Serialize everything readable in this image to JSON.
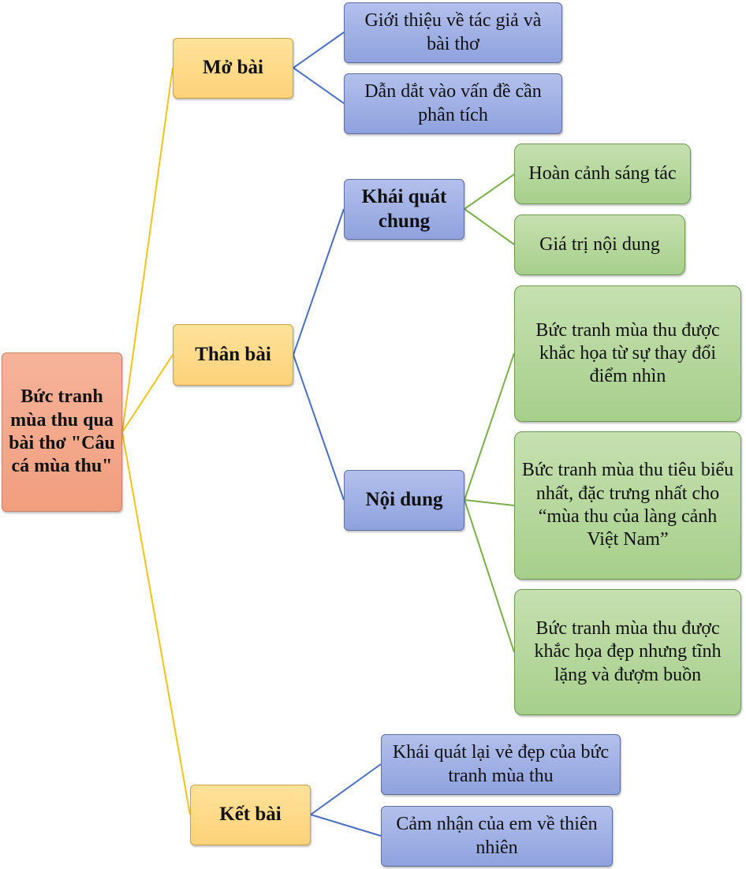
{
  "root": {
    "label": "Bức tranh mùa thu qua bài thơ \"Câu cá mùa thu\""
  },
  "mo_bai": {
    "label": "Mở bài",
    "items": [
      "Giới thiệu về tác giả và bài thơ",
      "Dẫn dắt vào vấn đề cần phân tích"
    ]
  },
  "than_bai": {
    "label": "Thân bài",
    "khai_quat": {
      "label": "Khái quát chung",
      "items": [
        "Hoàn cảnh sáng tác",
        "Giá trị nội dung"
      ]
    },
    "noi_dung": {
      "label": "Nội dung",
      "items": [
        "Bức tranh mùa thu được khắc họa từ sự thay đổi điểm nhìn",
        "Bức tranh mùa thu tiêu biểu nhất, đặc trưng nhất cho “mùa thu của làng cảnh Việt Nam”",
        "Bức tranh mùa thu được khắc họa đẹp nhưng tĩnh lặng và đượm buồn"
      ]
    }
  },
  "ket_bai": {
    "label": "Kết bài",
    "items": [
      "Khái quát lại vẻ đẹp của bức tranh mùa thu",
      "Cảm nhận của em về thiên nhiên"
    ]
  },
  "colors": {
    "root_links": "#f2c318",
    "blue_links": "#4a6fc4",
    "green_links": "#79b04a"
  }
}
